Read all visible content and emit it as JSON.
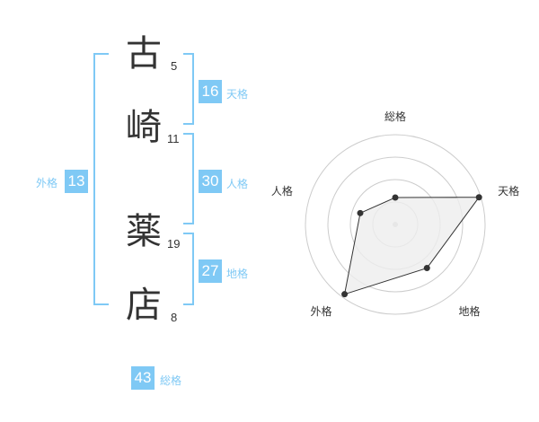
{
  "name": {
    "chars": [
      {
        "char": "古",
        "strokes": "5"
      },
      {
        "char": "崎",
        "strokes": "11"
      },
      {
        "char": "薬",
        "strokes": "19"
      },
      {
        "char": "店",
        "strokes": "8"
      }
    ]
  },
  "kakusu": {
    "tenkaku": {
      "value": "16",
      "label": "天格"
    },
    "jinkaku": {
      "value": "30",
      "label": "人格"
    },
    "chikaku": {
      "value": "27",
      "label": "地格"
    },
    "gaikaku": {
      "value": "13",
      "label": "外格"
    },
    "soukaku": {
      "value": "43",
      "label": "総格"
    }
  },
  "chart_data": {
    "type": "radar",
    "axes": [
      "総格",
      "天格",
      "地格",
      "外格",
      "人格"
    ],
    "values": [
      43,
      16,
      27,
      13,
      30
    ],
    "normalized": [
      0.3,
      0.98,
      0.6,
      0.96,
      0.41
    ],
    "rings": 4,
    "colors": {
      "line": "#333333",
      "fill": "#eeeeee",
      "ring": "#cccccc",
      "accent": "#7fc9f5"
    }
  }
}
